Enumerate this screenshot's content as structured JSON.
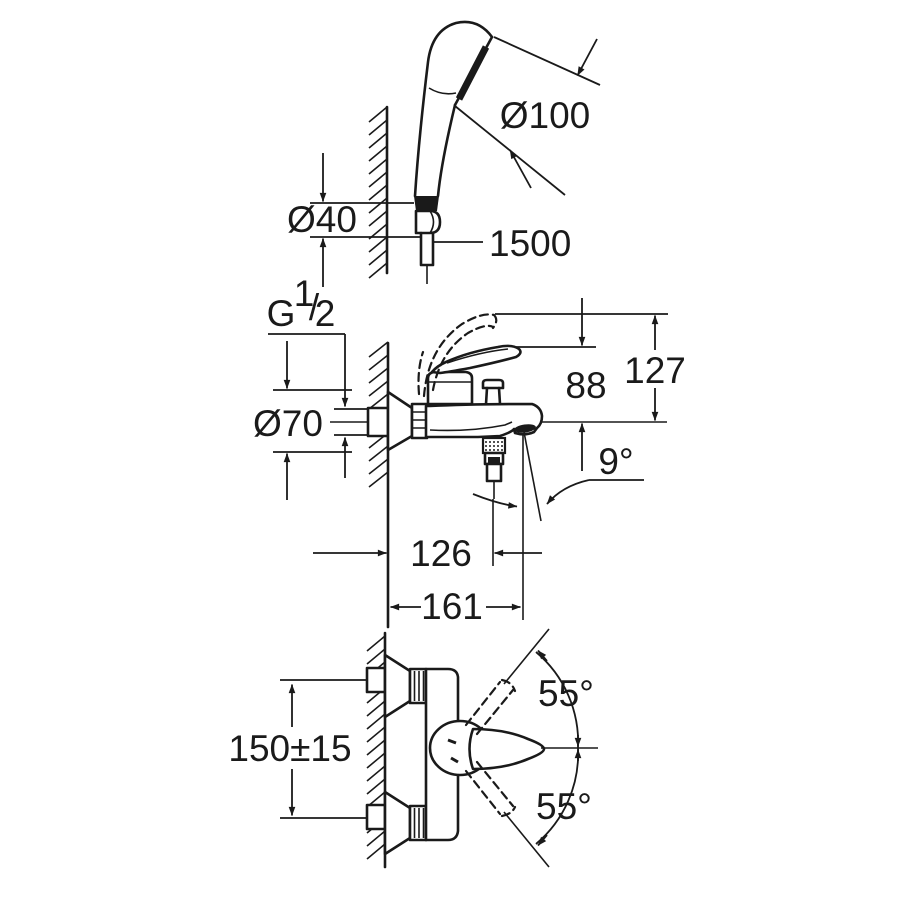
{
  "colors": {
    "ink": "#1a1a1a",
    "background": "#ffffff"
  },
  "hand_shower_view": {
    "head_diameter": "Ø100",
    "holder_diameter": "Ø40",
    "hose_length": "1500"
  },
  "side_view": {
    "thread_g": "G",
    "thread_num": "1",
    "thread_slash": "/",
    "thread_den": "2",
    "escutcheon_diameter": "Ø70",
    "lever_height": "88",
    "lever_raised_height": "127",
    "spout_angle": "9°",
    "shower_outlet_reach": "126",
    "spout_reach": "161"
  },
  "front_view": {
    "center_distance": "150±15",
    "lever_swing_up": "55°",
    "lever_swing_down": "55°"
  }
}
